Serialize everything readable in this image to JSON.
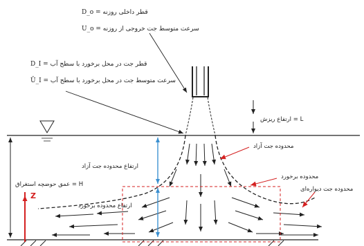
{
  "labels": {
    "nozzle_diameter": "D_o = قطر داخلی روزنه",
    "nozzle_velocity": "U_o = سرعت متوسط جت خروجی از روزنه",
    "impact_diameter": "D_I = قطر جت در محل برخورد با سطح آب",
    "impact_velocity": "Ū_I = سرعت متوسط جت در محل برخورد با سطح آب",
    "fall_height": "ارتفاع ریزش = L",
    "free_jet_height": "ارتفاع محدوده جت آزاد",
    "free_jet_region": "محدوده جت آزاد",
    "impingement_region": "محدوده برخورد",
    "impingement_height": "ارتفاع محدوده برخورد",
    "wall_jet_region": "محدوده جت دیواره‌ای",
    "pool_depth": "عمق حوضچه استغراق = H",
    "z_axis": "Z"
  },
  "colors": {
    "arrow_dark": "#222222",
    "dimension_blue": "#3a8fd0",
    "region_red": "#d42020"
  }
}
